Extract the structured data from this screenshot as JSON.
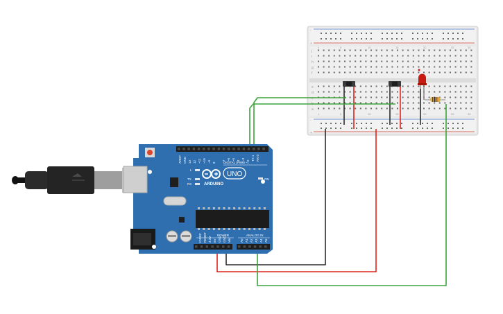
{
  "board": {
    "brand": "ARDUINO",
    "model": "UNO",
    "digital_header": "DIGITAL (PWM ~)",
    "power_header": "POWER",
    "analog_header": "ANALOG IN",
    "aref": "AREF",
    "gnd": "GND",
    "led_l": "L",
    "tx": "TX",
    "rx": "RX",
    "on": "ON",
    "digital_pins": [
      "13",
      "12",
      "~11",
      "~10",
      "~9",
      "8",
      "7",
      "~6",
      "~5",
      "4",
      "~3",
      "2",
      "TX 1",
      "RX 0"
    ],
    "power_pins": [
      "IOREF",
      "RESET",
      "3.3V",
      "5V",
      "GND",
      "GND",
      "Vin"
    ],
    "analog_pins": [
      "A0",
      "A1",
      "A2",
      "A3",
      "A4",
      "A5"
    ]
  },
  "breadboard": {
    "rows_top": [
      "j",
      "i",
      "h",
      "g",
      "f"
    ],
    "rows_bottom": [
      "e",
      "d",
      "c",
      "b",
      "a"
    ],
    "columns": [
      "1",
      "5",
      "10",
      "15",
      "20",
      "25",
      "30"
    ],
    "rail_plus": "+",
    "rail_minus": "-"
  },
  "colors": {
    "board": "#2f6fb0",
    "board_dark": "#24588f",
    "wire_red": "#e0231f",
    "wire_green": "#3ba43b",
    "wire_black": "#2b2b2b",
    "breadboard": "#ececec",
    "led": "#c81c12"
  }
}
